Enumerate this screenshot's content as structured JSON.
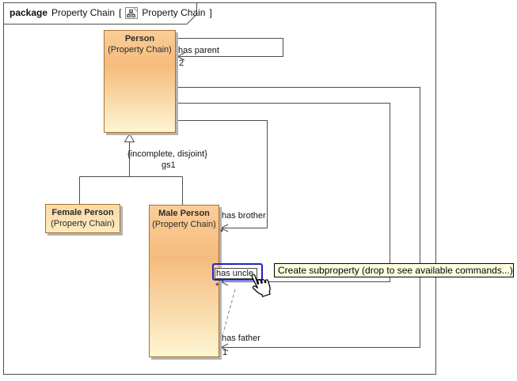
{
  "header": {
    "keyword": "package",
    "title": "Property Chain",
    "open_bracket": "[",
    "diagram_name": "Property Chain",
    "close_bracket": "]"
  },
  "classes": [
    {
      "title": "Person",
      "subtitle": "(Property Chain)"
    },
    {
      "title": "Female Person",
      "subtitle": "(Property Chain)"
    },
    {
      "title": "Male Person",
      "subtitle": "(Property Chain)"
    }
  ],
  "generalization": {
    "constraint": "{incomplete, disjoint}",
    "label": "gs1"
  },
  "associations": [
    {
      "name": "has parent",
      "multiplicity": "2"
    },
    {
      "name": "has brother",
      "multiplicity": "*"
    },
    {
      "name": "has uncle",
      "multiplicity": "*"
    },
    {
      "name": "has father",
      "multiplicity": "1"
    }
  ],
  "tooltip": {
    "text": "Create subproperty (drop to see available commands...)"
  },
  "colors": {
    "selection": "#2222cc",
    "tooltip_bg": "#ffffe1",
    "class_border": "#a9732e",
    "class_fill_top": "#facd99",
    "class_fill_bottom": "#fdf5d3",
    "line": "#4d4d4d"
  }
}
